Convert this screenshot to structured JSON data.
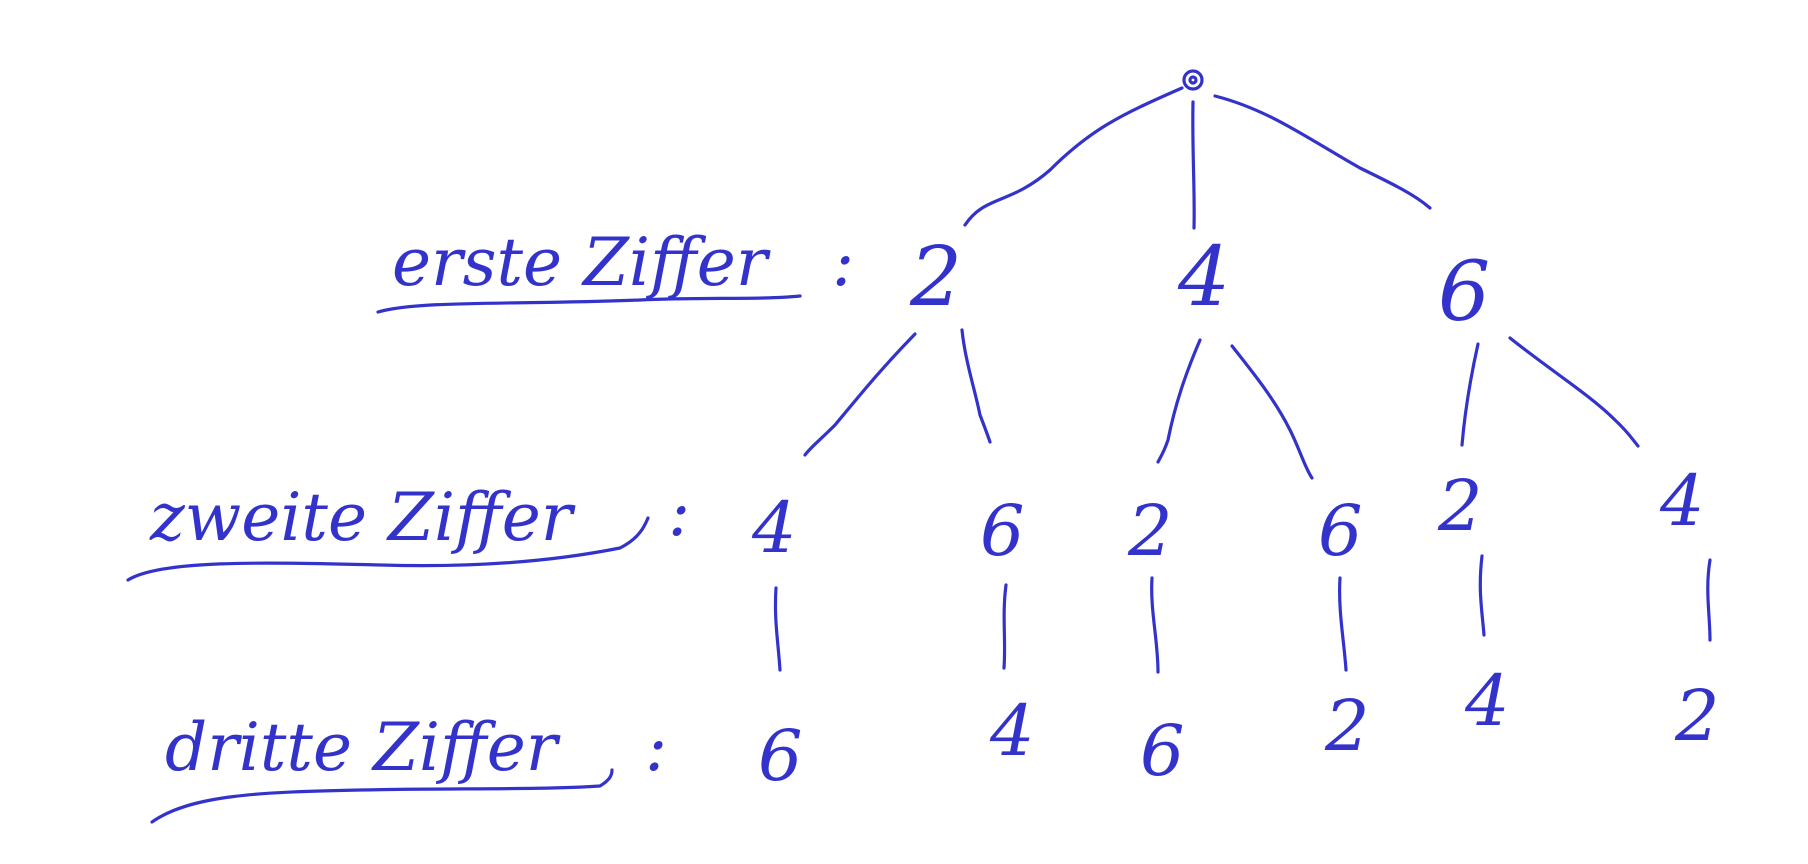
{
  "diagram": {
    "ink_color": "#3333cc",
    "background": "#ffffff",
    "root": "root-dot",
    "levels": [
      {
        "label": "erste Ziffer",
        "colon": ":",
        "digits": [
          "2",
          "4",
          "6"
        ]
      },
      {
        "label": "zweite Ziffer",
        "colon": ":",
        "digits": [
          "4",
          "6",
          "2",
          "6",
          "2",
          "4"
        ]
      },
      {
        "label": "dritte Ziffer",
        "colon": ":",
        "digits": [
          "6",
          "4",
          "6",
          "2",
          "4",
          "2"
        ]
      }
    ]
  }
}
